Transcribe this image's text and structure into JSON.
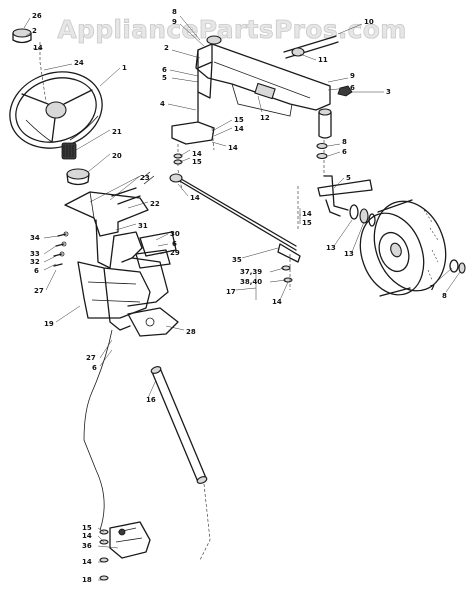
{
  "watermark": "AppliancePartsPros.com",
  "callouts": {
    "c26": "26",
    "c2a": "2",
    "c14a": "14",
    "c24": "24",
    "c1": "1",
    "c8a": "8",
    "c9a": "9",
    "c2b": "2",
    "c6a": "6",
    "c5a": "5",
    "c4": "4",
    "c10": "10",
    "c11": "11",
    "c9b": "9",
    "c6b": "6",
    "c3": "3",
    "c12": "12",
    "c15a": "15",
    "c14b": "14",
    "c14c": "14",
    "c15b": "15",
    "c14d": "14",
    "c8b": "8",
    "c6c": "6",
    "c21": "21",
    "c20": "20",
    "c23": "23",
    "c22": "22",
    "c31": "31",
    "c14e": "14",
    "c5b": "5",
    "c14f": "14",
    "c15c": "15",
    "c13a": "13",
    "c13b": "13",
    "c34": "34",
    "c33": "33",
    "c32": "32",
    "c6d": "6",
    "c27a": "27",
    "c30": "30",
    "c6e": "6",
    "c29": "29",
    "c35": "35",
    "c3739": "37,39",
    "c3840": "38,40",
    "c17": "17",
    "c14g": "14",
    "c7": "7",
    "c8c": "8",
    "c19": "19",
    "c28": "28",
    "c27b": "27",
    "c6f": "6",
    "c16": "16",
    "c15d": "15",
    "c14h": "14",
    "c36": "36",
    "c14i": "14",
    "c18": "18"
  }
}
